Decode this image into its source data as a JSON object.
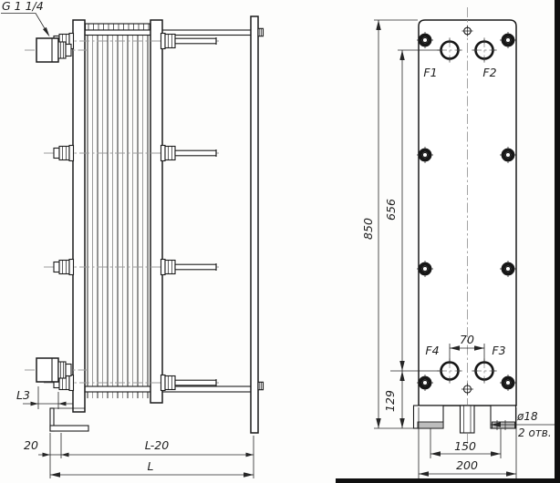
{
  "drawing": {
    "kind": "plate heat exchanger dimensional drawing",
    "colors": {
      "line": "#1b1b1b",
      "centerline": "#9b9b9b",
      "background": "#fdfdfc",
      "scan_edge": "#101010"
    }
  },
  "side_view": {
    "thread_label": "G 1 1/4",
    "dim_l3": "L3",
    "dim_20": "20",
    "dim_l20": "L-20",
    "dim_l": "L"
  },
  "front_view": {
    "port_f1": "F1",
    "port_f2": "F2",
    "port_f3": "F3",
    "port_f4": "F4",
    "dim_850": "850",
    "dim_656": "656",
    "dim_129": "129",
    "dim_70": "70",
    "dim_150": "150",
    "dim_200": "200",
    "hole_dia": "ø18",
    "hole_count": "2 отв."
  }
}
